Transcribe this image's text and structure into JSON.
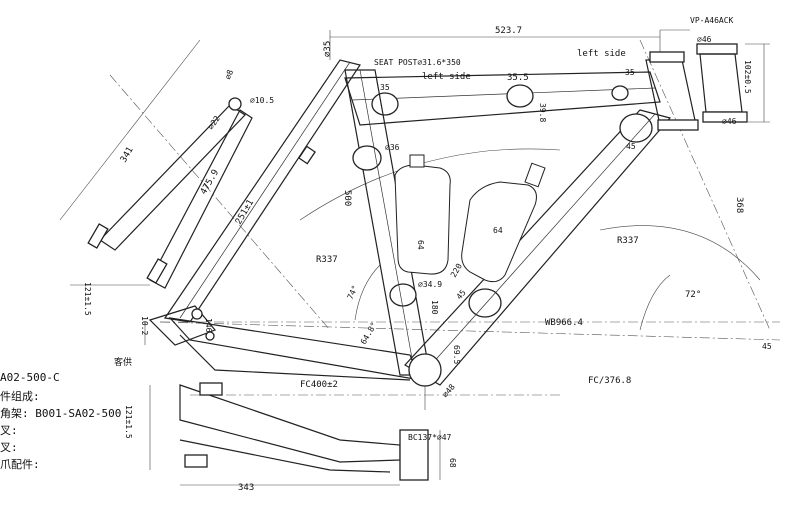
{
  "labels": {
    "seat_post": "SEAT POST⌀31.6*350",
    "left_side_top": "left side",
    "left_side_main": "left side",
    "headset": "VP-A46ACK",
    "customer_supplied": "客供",
    "wheelbase": "WB966.4",
    "front_center_fork": "FC400±2",
    "front_center_frame": "FC/376.8",
    "bottom_bracket": "BC137*⌀47"
  },
  "dimensions": {
    "top_tube_length": "523.7",
    "seat_clamp_dia": "⌀35",
    "top_tube_dia_a": "35",
    "top_tube_dia_b": "35.5",
    "top_tube_dia_c": "39.8",
    "top_tube_dia_d": "35",
    "head_top_dia": "⌀46",
    "head_length": "102±0.5",
    "head_bottom_dia": "⌀46",
    "down_tube_dia": "45",
    "down_tube_len": "368",
    "head_angle": "72°",
    "radius_front": "R337",
    "seat_tube_dia": "⌀36",
    "seat_tube_len": "500",
    "radius_rear": "R337",
    "bottle_mount_a": "64",
    "bottle_mount_b": "64",
    "bottle_offset": "220",
    "seat_tube_lower_dia": "⌀34.9",
    "seat_tube_lower_len": "180",
    "down_tube_lower": "45",
    "seat_angle": "74°",
    "chainstay_angle": "64.8°",
    "bb_drop": "69.5",
    "bb_dia": "⌀48",
    "drop": "45",
    "dropout_a": "10.2",
    "dropout_b": "146",
    "rear_wheel_dia": "⌀8",
    "axle_dia": "⌀10.5",
    "axle_clearance": "⌀22",
    "seatstay_len": "341",
    "seatstay_len2": "475.9",
    "seatstay_len3": "251±1",
    "rear_spacing": "121±1.5",
    "fork_spacing": "121±1.5",
    "chainstay_len": "343",
    "bb_width": "68"
  },
  "notes": {
    "line1": "A02-500-C",
    "line2": "件组成:",
    "line3": "角架: B001-SA02-500",
    "line4": "叉:",
    "line5": "叉:",
    "line6": "爪配件:"
  }
}
